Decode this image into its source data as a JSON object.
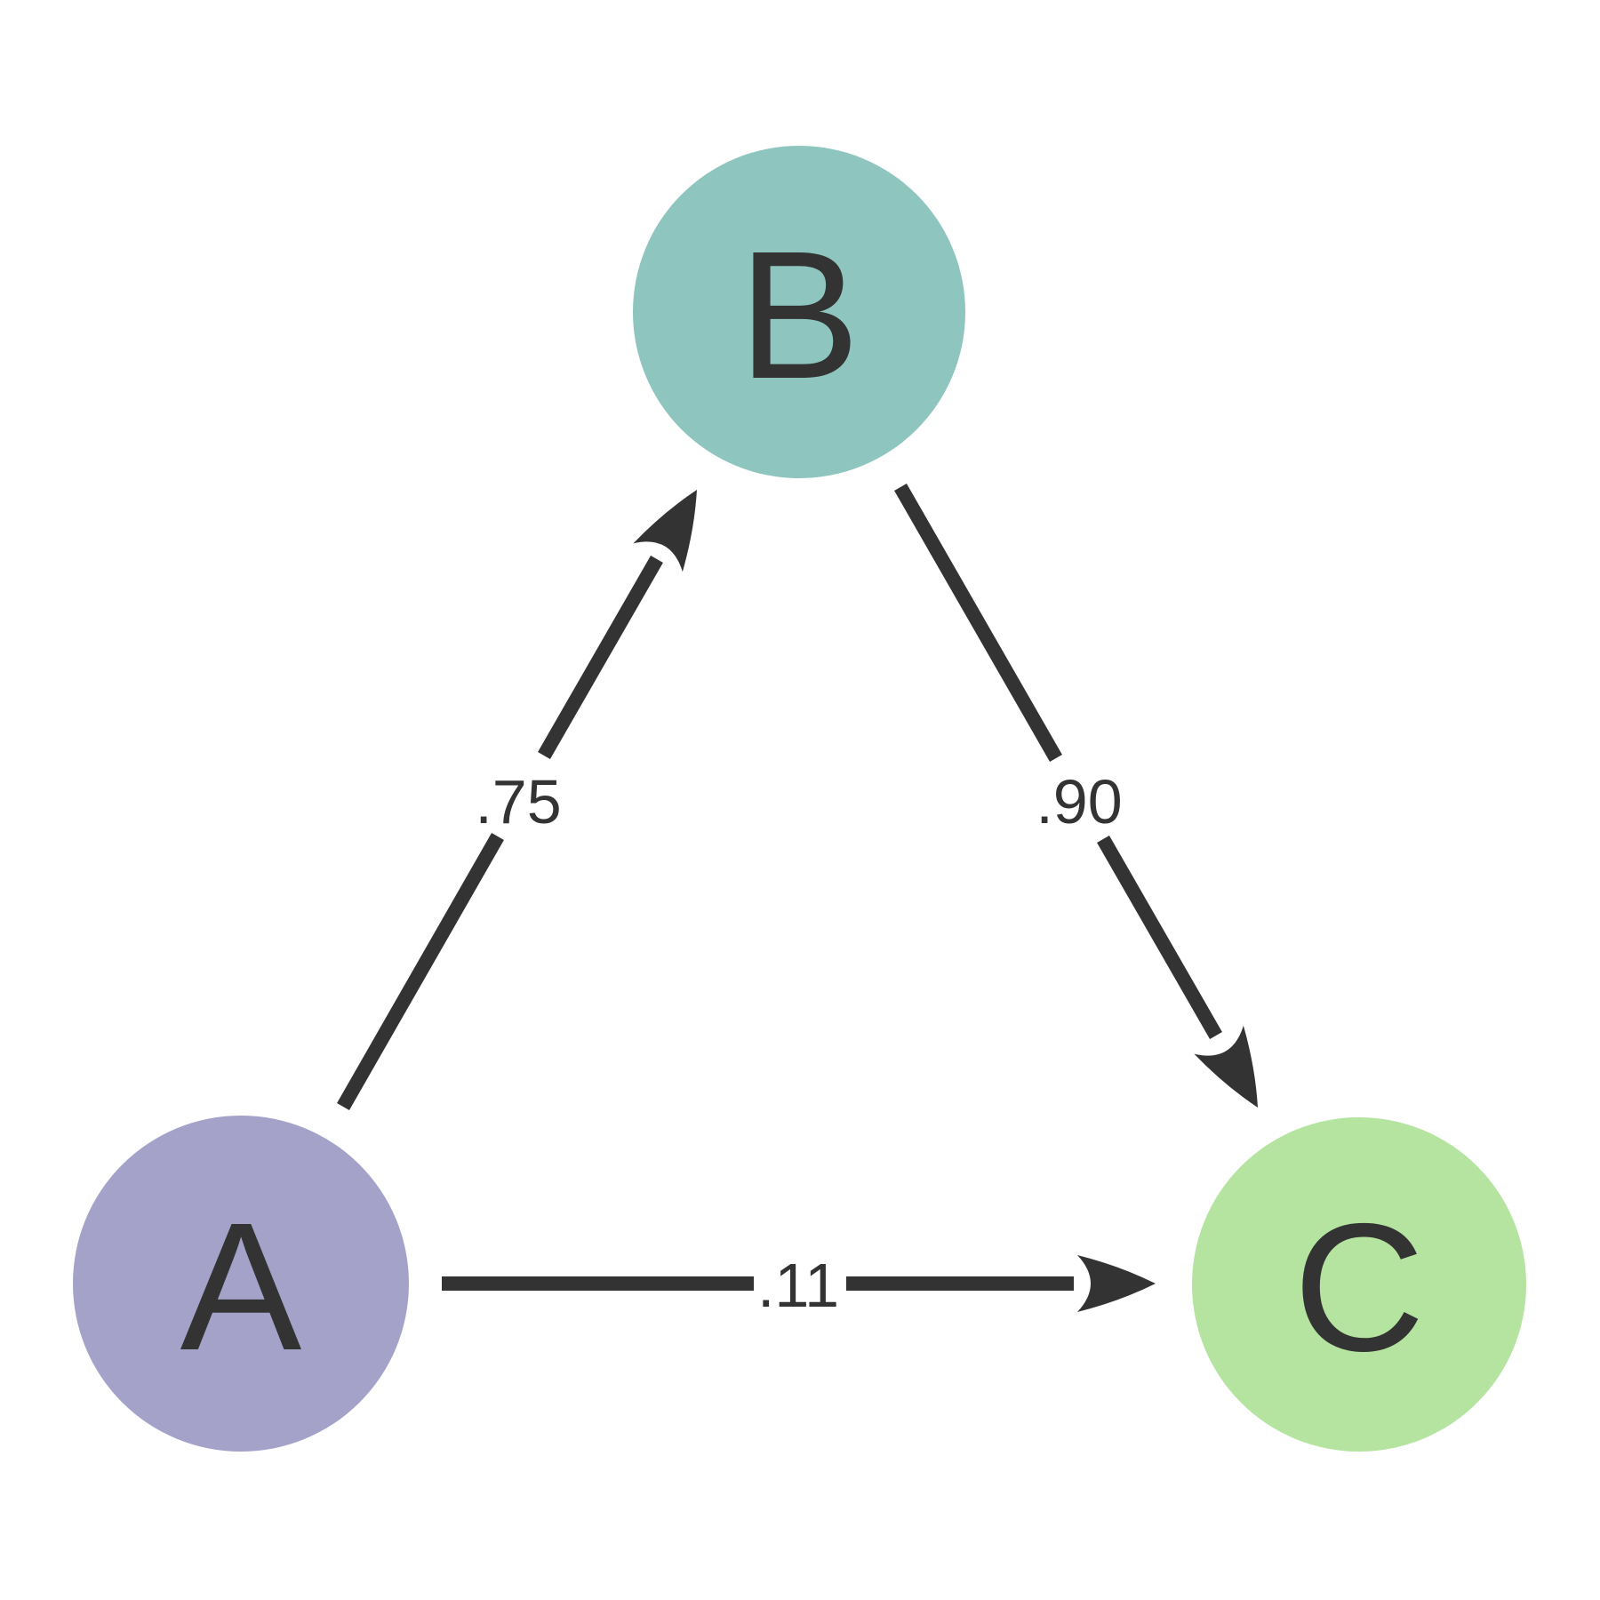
{
  "diagram": {
    "background_color": "#ffffff",
    "ink_color": "#333333",
    "nodes": [
      {
        "id": "A",
        "label": "A",
        "color": "#A5A2CA"
      },
      {
        "id": "B",
        "label": "B",
        "color": "#8EC5BF"
      },
      {
        "id": "C",
        "label": "C",
        "color": "#B5E3A0"
      }
    ],
    "edges": [
      {
        "from": "A",
        "to": "B",
        "label": ".75",
        "directed": true
      },
      {
        "from": "B",
        "to": "C",
        "label": ".90",
        "directed": true
      },
      {
        "from": "A",
        "to": "C",
        "label": ".11",
        "directed": true
      }
    ]
  }
}
